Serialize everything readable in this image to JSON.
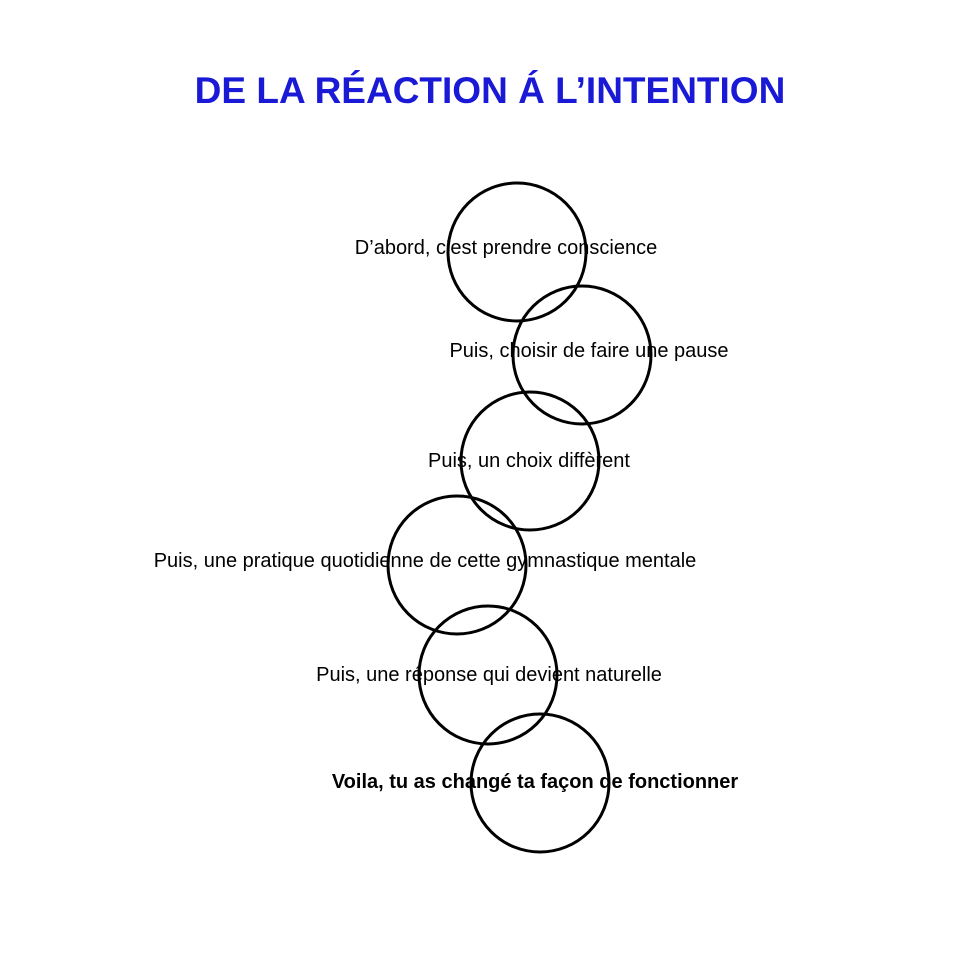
{
  "title": "DE LA RÉACTION Á L’INTENTION",
  "colors": {
    "title": "#1a1ad6",
    "circle_stroke": "#000000",
    "text": "#000000",
    "background": "#ffffff"
  },
  "steps": [
    {
      "label": "D’abord, c’est prendre conscience",
      "emphasis": false
    },
    {
      "label": "Puis, choisir de faire une pause",
      "emphasis": false
    },
    {
      "label": "Puis, un choix diffèrent",
      "emphasis": false
    },
    {
      "label": "Puis, une pratique quotidienne de cette gymnastique mentale",
      "emphasis": false
    },
    {
      "label": "Puis, une réponse qui devient naturelle",
      "emphasis": false
    },
    {
      "label": "Voila, tu as changé ta façon de fonctionner",
      "emphasis": true
    }
  ]
}
